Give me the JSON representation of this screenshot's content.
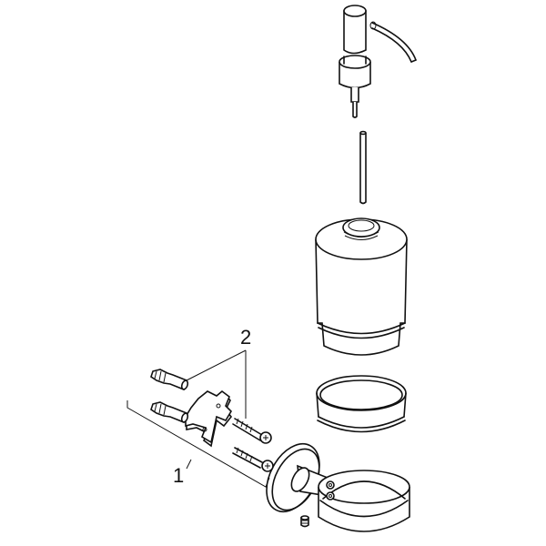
{
  "diagram": {
    "type": "exploded-assembly-drawing",
    "subject": "wall-mounted soap dispenser",
    "callouts": [
      {
        "id": "callout-1",
        "label": "1"
      },
      {
        "id": "callout-2",
        "label": "2"
      }
    ],
    "parts": [
      "pump-head",
      "dip-tube",
      "dispenser-bottle",
      "sleeve-ring",
      "holder-ring",
      "wall-bracket",
      "set-screw",
      "mounting-plate",
      "wall-plugs",
      "screws"
    ],
    "colors": {
      "line": "#111111",
      "background": "#ffffff"
    }
  }
}
